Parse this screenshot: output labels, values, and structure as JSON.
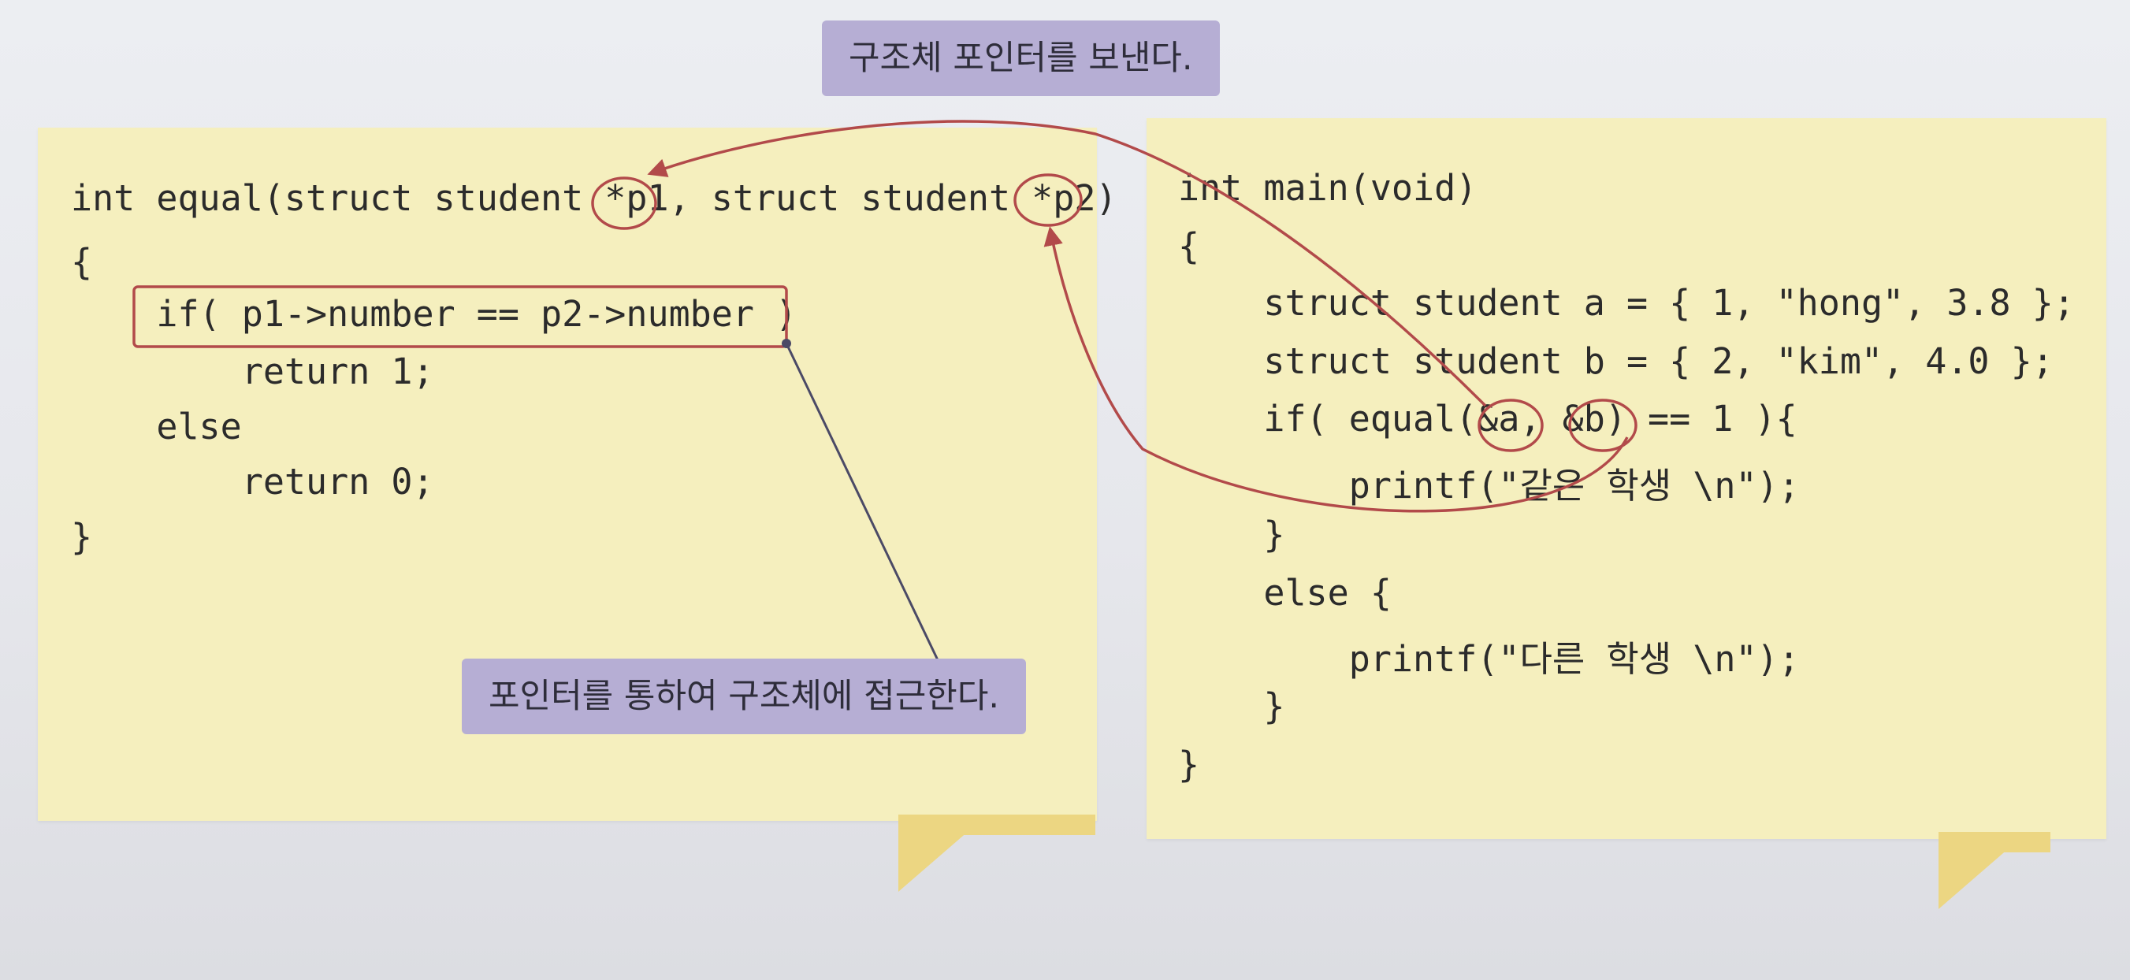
{
  "callouts": {
    "top": "구조체 포인터를 보낸다.",
    "bottom": "포인터를 통하여 구조체에 접근한다."
  },
  "left_code": [
    "int equal(struct student *p1, struct student *p2)",
    "{",
    "    if( p1->number == p2->number )",
    "        return 1;",
    "    else",
    "        return 0;",
    "}"
  ],
  "right_code": [
    "int main(void)",
    "{",
    "    struct student a = { 1, \"hong\", 3.8 };",
    "    struct student b = { 2, \"kim\", 4.0 };",
    "    if( equal(&a, &b) == 1 ){",
    "        printf(\"같은 학생 \\n\");",
    "    }",
    "    else {",
    "        printf(\"다른 학생 \\n\");",
    "    }",
    "}"
  ],
  "colors": {
    "panel": "#f5efbe",
    "callout": "#b6aed4",
    "arrow": "#b24a4a",
    "connector": "#4b4a66"
  }
}
